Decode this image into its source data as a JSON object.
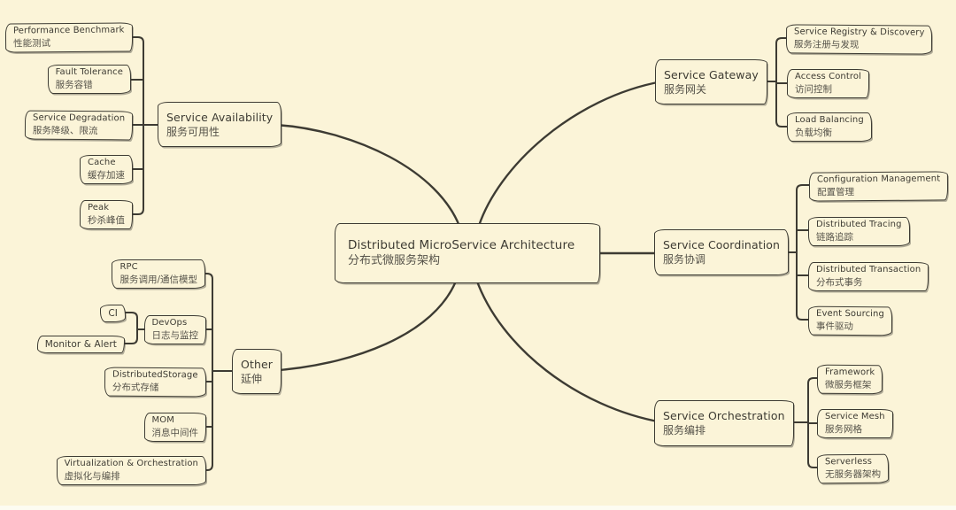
{
  "colors": {
    "background": "#fbf4d8",
    "stroke": "#3d3b33",
    "text_primary": "#3d3b33",
    "text_secondary": "#56534a"
  },
  "title": {
    "en": "Distributed MicroService Architecture",
    "zh": "分布式微服务架构"
  },
  "branches": {
    "availability": {
      "en": "Service Availability",
      "zh": "服务可用性",
      "children": {
        "perf": {
          "en": "Performance Benchmark",
          "zh": "性能测试"
        },
        "fault": {
          "en": "Fault Tolerance",
          "zh": "服务容错"
        },
        "degradation": {
          "en": "Service Degradation",
          "zh": "服务降级、限流"
        },
        "cache": {
          "en": "Cache",
          "zh": "缓存加速"
        },
        "peak": {
          "en": "Peak",
          "zh": "秒杀峰值"
        }
      }
    },
    "gateway": {
      "en": "Service Gateway",
      "zh": "服务网关",
      "children": {
        "registry": {
          "en": "Service Registry & Discovery",
          "zh": "服务注册与发现"
        },
        "access": {
          "en": "Access Control",
          "zh": "访问控制"
        },
        "load": {
          "en": "Load Balancing",
          "zh": "负载均衡"
        }
      }
    },
    "coordination": {
      "en": "Service Coordination",
      "zh": "服务协调",
      "children": {
        "config": {
          "en": "Configuration Management",
          "zh": "配置管理"
        },
        "tracing": {
          "en": "Distributed Tracing",
          "zh": "链路追踪"
        },
        "transaction": {
          "en": "Distributed Transaction",
          "zh": "分布式事务"
        },
        "event": {
          "en": "Event Sourcing",
          "zh": "事件驱动"
        }
      }
    },
    "orchestration": {
      "en": "Service Orchestration",
      "zh": "服务编排",
      "children": {
        "framework": {
          "en": "Framework",
          "zh": "微服务框架"
        },
        "mesh": {
          "en": "Service Mesh",
          "zh": "服务网格"
        },
        "serverless": {
          "en": "Serverless",
          "zh": "无服务器架构"
        }
      }
    },
    "other": {
      "en": "Other",
      "zh": "延伸",
      "children": {
        "rpc": {
          "en": "RPC",
          "zh": "服务调用/通信模型"
        },
        "devops": {
          "en": "DevOps",
          "zh": "日志与监控",
          "children": {
            "ci": {
              "en": "CI"
            },
            "monitor": {
              "en": "Monitor & Alert"
            }
          }
        },
        "storage": {
          "en": "DistributedStorage",
          "zh": "分布式存储"
        },
        "mom": {
          "en": "MOM",
          "zh": "消息中间件"
        },
        "virt": {
          "en": "Virtualization & Orchestration",
          "zh": "虚拟化与编排"
        }
      }
    }
  }
}
